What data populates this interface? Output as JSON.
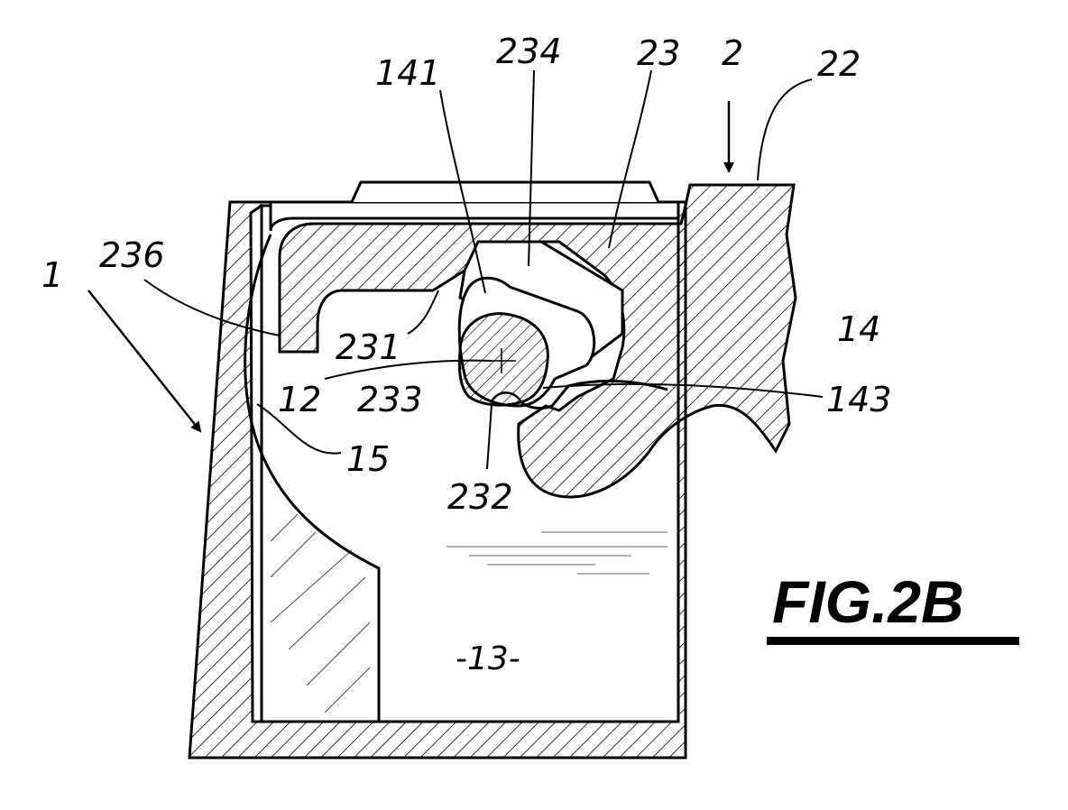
{
  "figure": {
    "label": "FIG.2B"
  },
  "reference_numerals": {
    "n1": "1",
    "n2": "2",
    "n22": "22",
    "n23": "23",
    "n234": "234",
    "n141": "141",
    "n236": "236",
    "n231": "231",
    "n14": "14",
    "n12": "12",
    "n233": "233",
    "n143": "143",
    "n15": "15",
    "n232": "232",
    "n13": "-13-"
  },
  "colors": {
    "ink": "#000000",
    "paper": "#ffffff"
  }
}
